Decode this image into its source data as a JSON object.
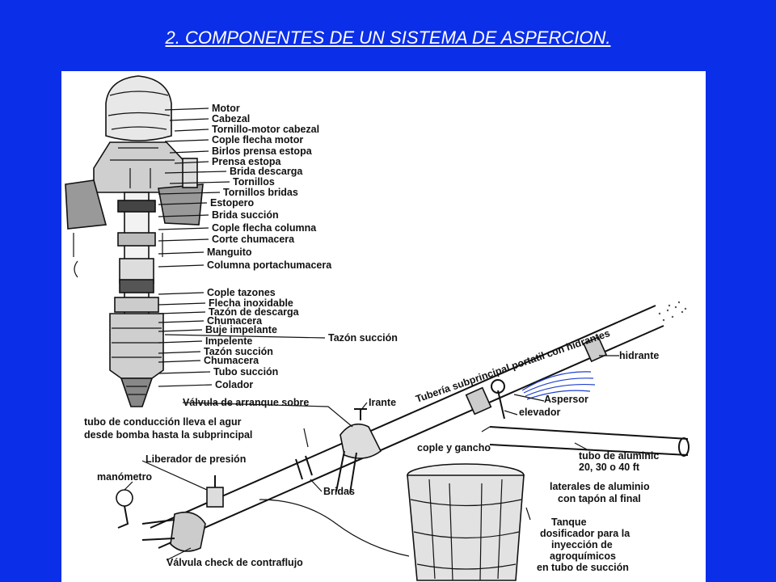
{
  "slide": {
    "title": "2. COMPONENTES DE UN SISTEMA DE ASPERCION.",
    "background": "#0b2ee8",
    "title_color": "#ffffff"
  },
  "diagram": {
    "pump_labels": [
      "Motor",
      "Cabezal",
      "Tornillo-motor cabezal",
      "Cople flecha motor",
      "Birlos prensa estopa",
      "Prensa estopa",
      "Brida descarga",
      "Tornillos",
      "Tornillos bridas",
      "Estopero",
      "Brida succión",
      "Cople flecha columna",
      "Corte chumacera",
      "Manguito",
      "Columna portachumacera",
      "Cople tazones",
      "Flecha inoxidable",
      "Tazón de descarga",
      "Chumacera",
      "Buje impelante",
      "Tazón succión",
      "Impelente",
      "Tazón succión",
      "Chumacera",
      "Tubo succión",
      "Colador"
    ],
    "system_labels": {
      "subprincipal": "Tubería subprincipal portatil con hidrantes",
      "hidrante": "hidrante",
      "aspersor": "Aspersor",
      "elevador": "elevador",
      "valvula_arranque": "Válvula de arranque sobre",
      "irante": "Irante",
      "tubo_conduccion_1": "tubo de conducción lleva el agur",
      "tubo_conduccion_2": "desde bomba hasta la subprincipal",
      "cople_gancho": "cople y gancho",
      "tubo_aluminio_1": "tubo de aluminic",
      "tubo_aluminio_2": "20, 30 o 40 ft",
      "liberador": "Liberador de presión",
      "manometro": "manómetro",
      "laterales_1": "laterales de aluminio",
      "laterales_2": "con tapón al final",
      "bridas": "Bridas",
      "tanque_1": "Tanque",
      "tanque_2": "dosificador para la",
      "tanque_3": "inyección de",
      "tanque_4": "agroquímicos",
      "tanque_5": "en tubo de succión",
      "valvula_check": "Válvula check de contraflujo"
    }
  }
}
